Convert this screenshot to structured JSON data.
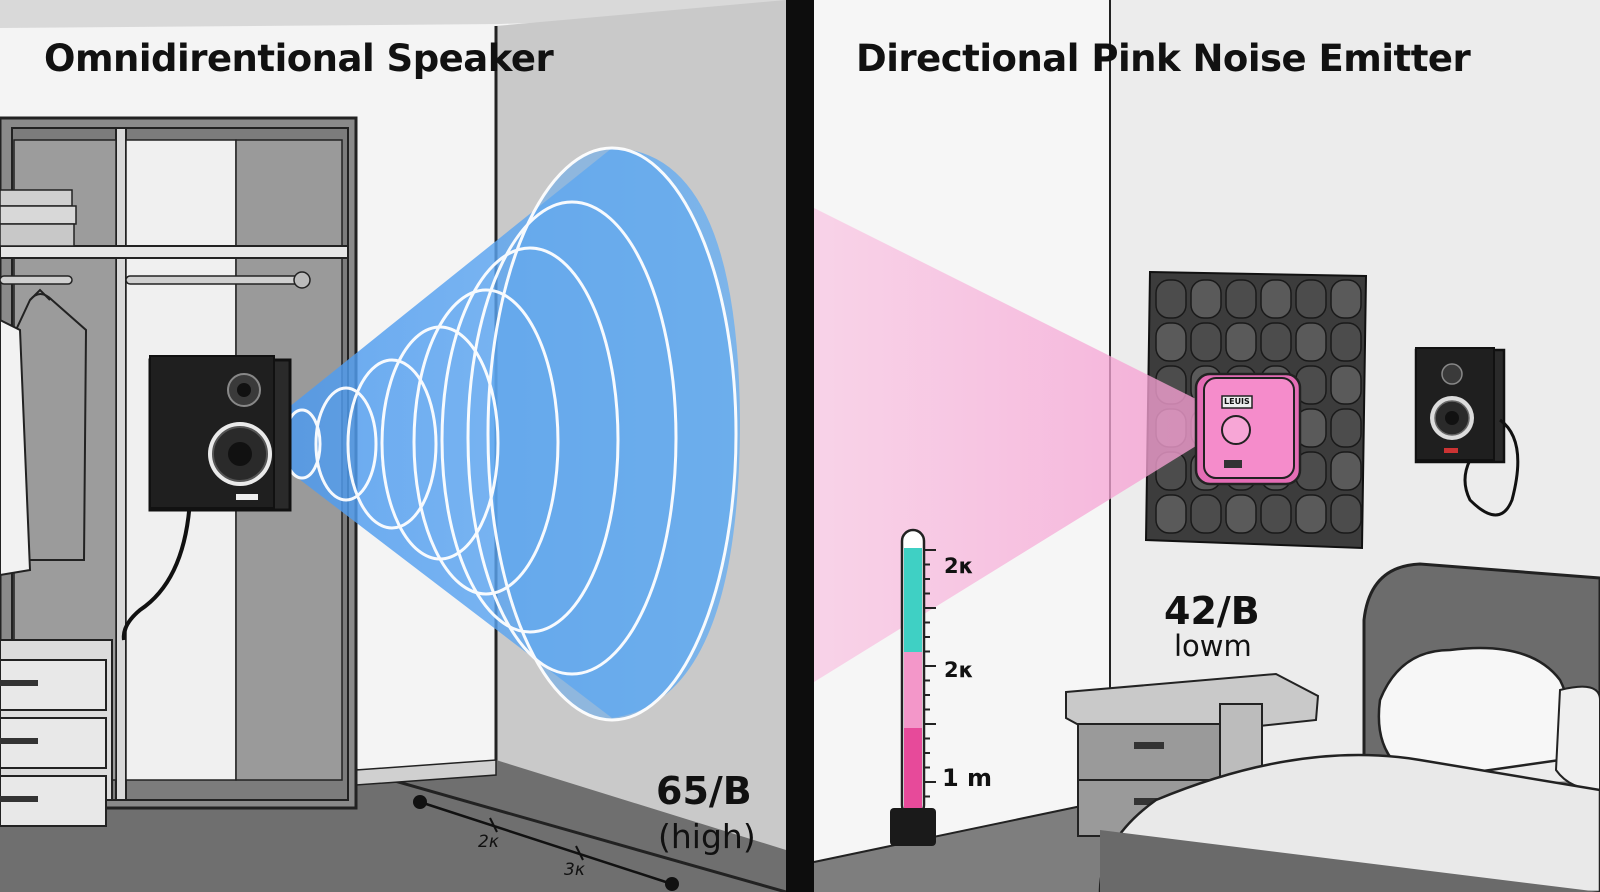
{
  "left_panel": {
    "title": "Omnidirentional Speaker",
    "level_value": "65/B",
    "level_note": "(high)",
    "floor_marks": [
      "2κ",
      "3κ"
    ]
  },
  "right_panel": {
    "title": "Directional Pink Noise Emitter",
    "level_value": "42/B",
    "level_note": "lowm",
    "device_label": "LEUIS",
    "meter_labels": [
      "2κ",
      "2κ",
      "1 m"
    ]
  },
  "colors": {
    "wave_blue": "#5aa6ef",
    "beam_pink": "#f7a9d6",
    "device_pink": "#f58ccb",
    "meter_teal": "#3fd0c4",
    "meter_magenta": "#e74a9a"
  }
}
